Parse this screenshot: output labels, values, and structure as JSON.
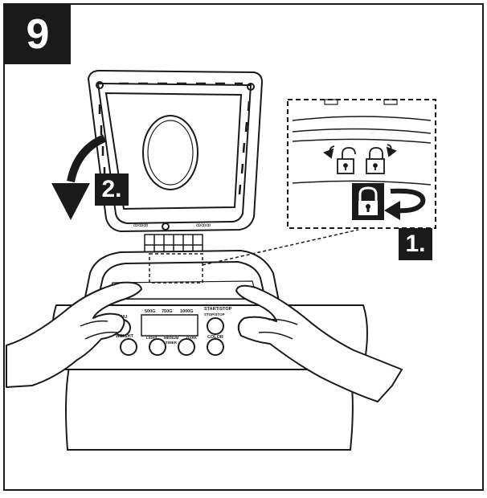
{
  "figure": {
    "step_number": "9",
    "step_labels": [
      "1.",
      "2."
    ]
  },
  "control_panel": {
    "buttons": [
      "MENU",
      "START/STOP",
      "WEIGHT",
      "COLOR"
    ],
    "start_sub_label": "STOP/STOP",
    "weights": [
      "500G",
      "750G",
      "1000G"
    ],
    "colors": [
      "LIGHT",
      "MEDIUM",
      "DARK"
    ],
    "timer_label": "TIMER"
  },
  "icons": [
    "unlock-icon",
    "lock-icon",
    "rotate-arrow-icon",
    "curved-arrow-down-icon"
  ],
  "colors": {
    "ink": "#1a1a1a",
    "background": "#ffffff"
  }
}
